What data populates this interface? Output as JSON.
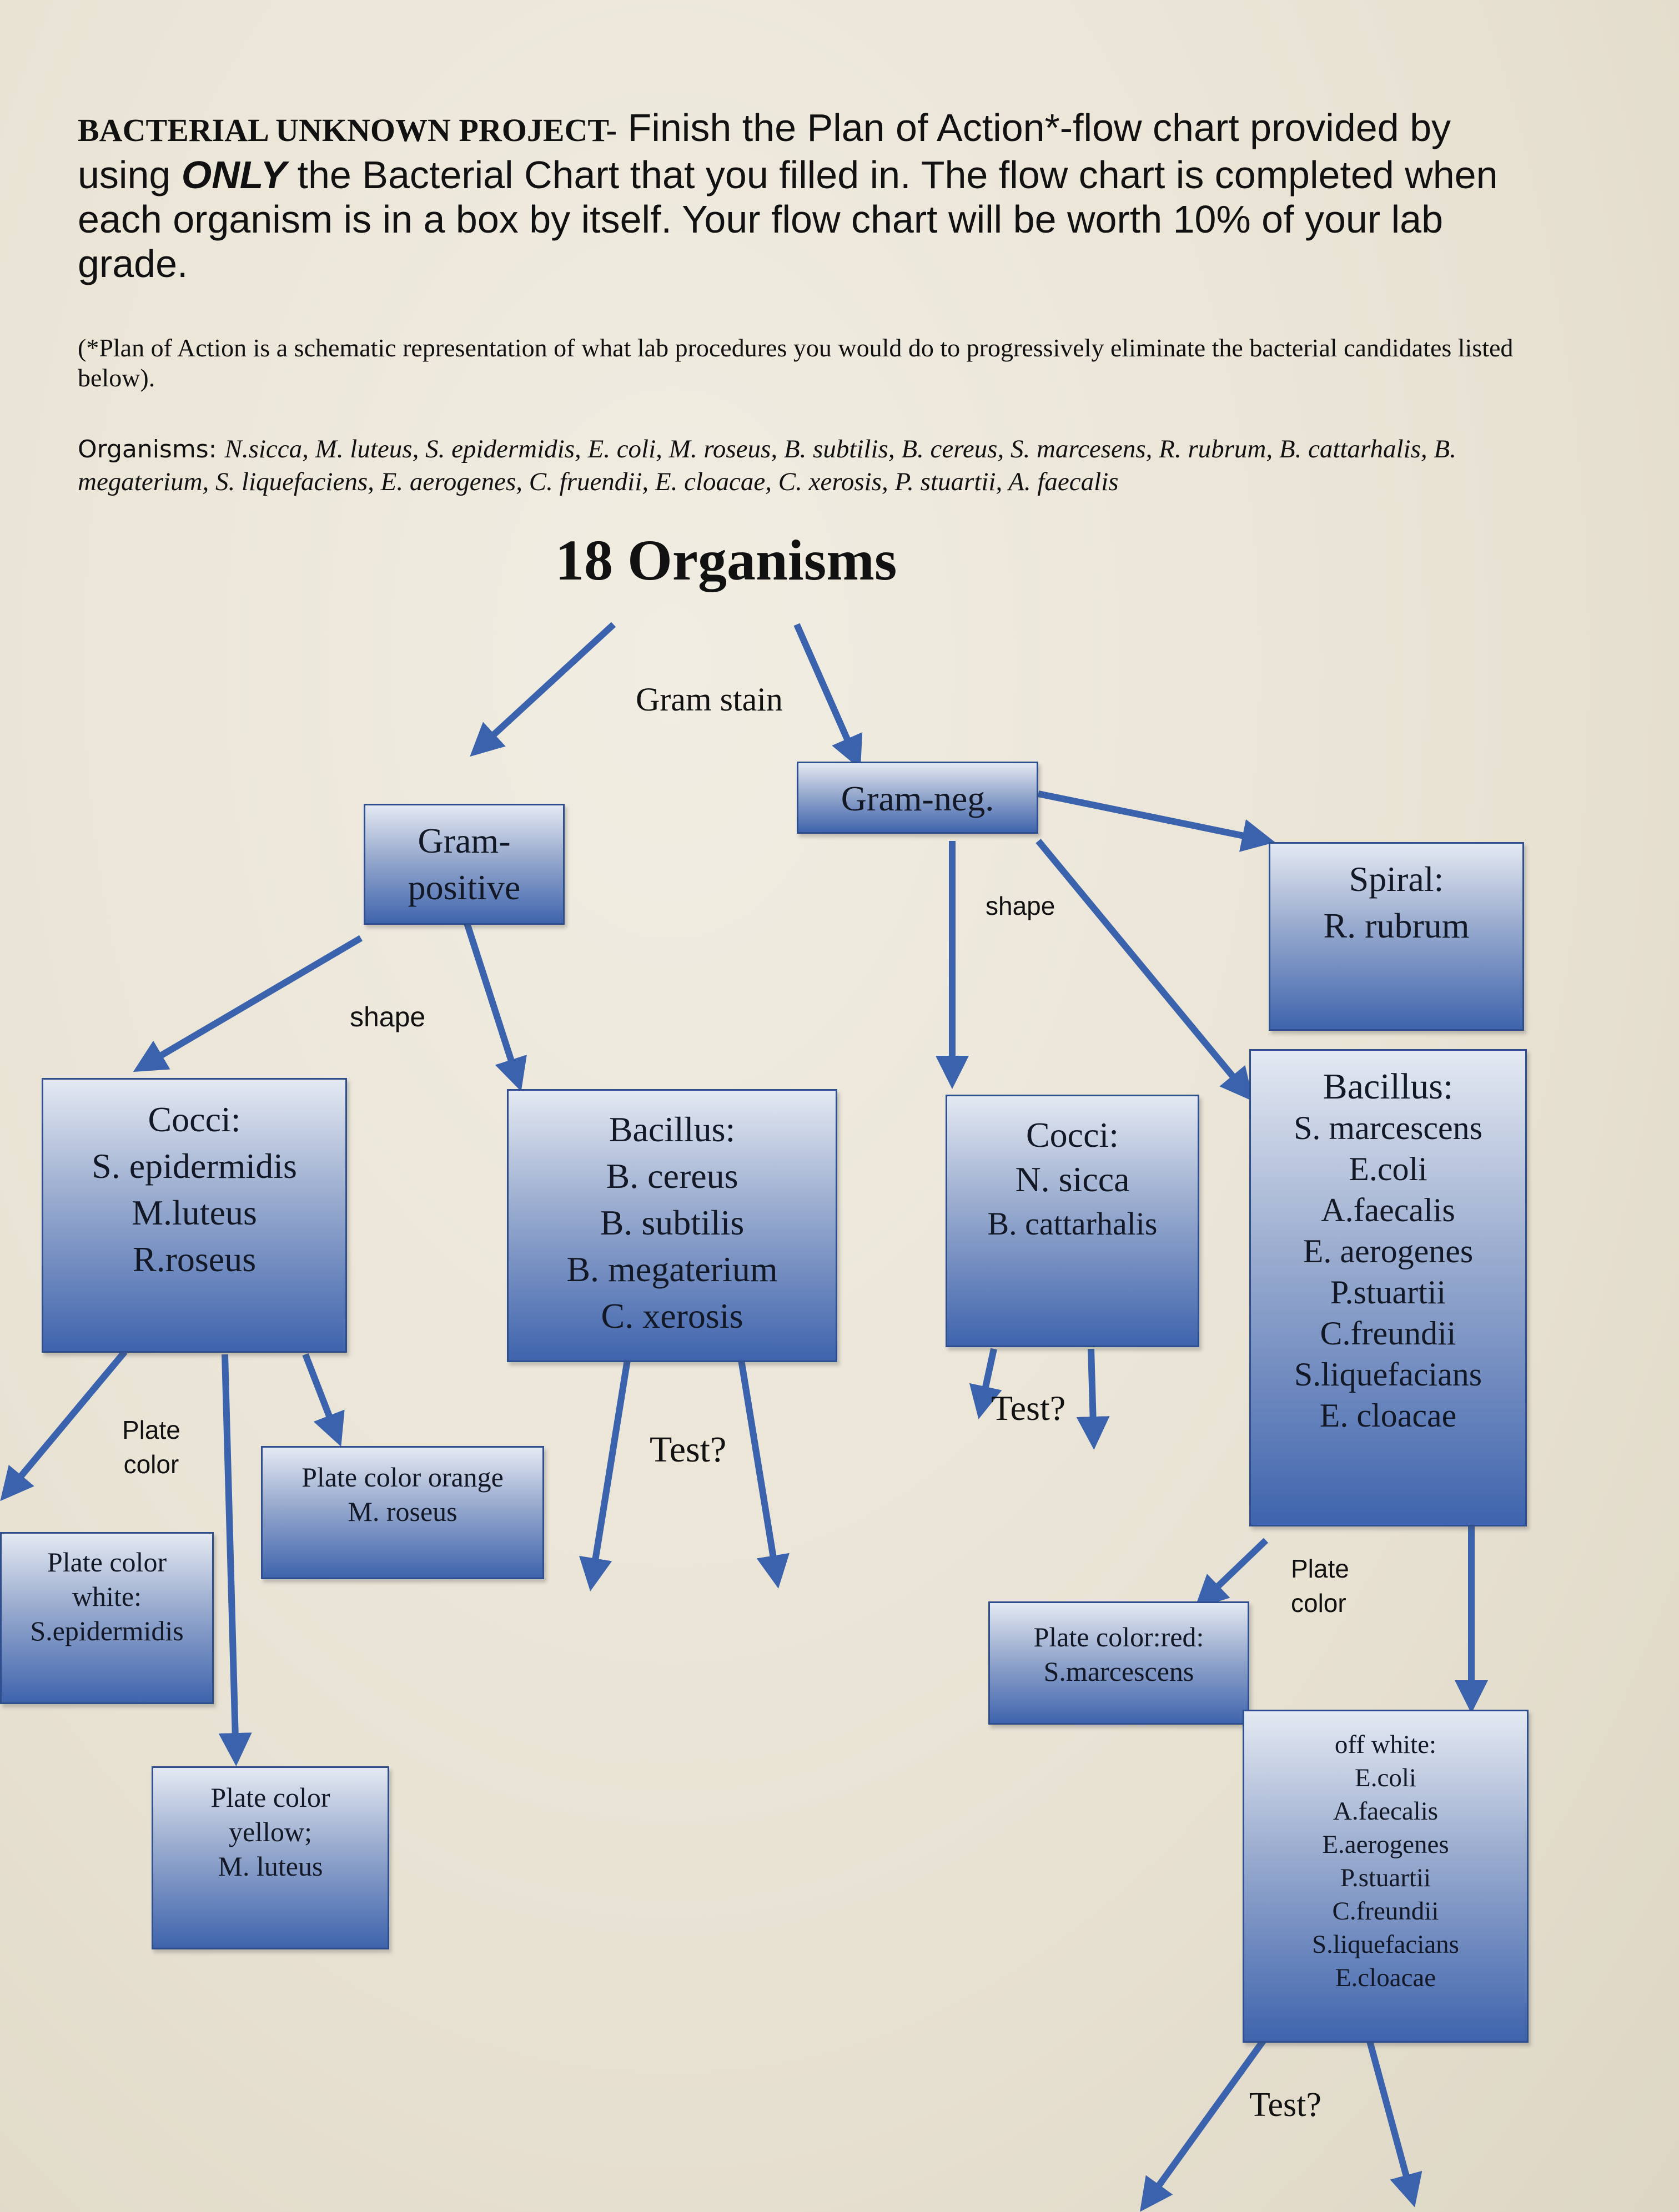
{
  "intro": {
    "lead": "BACTERIAL UNKNOWN PROJECT-",
    "text_1": " Finish the Plan of Action*-flow chart provided by using ",
    "only": "ONLY",
    "text_2": " the Bacterial Chart that you filled in. The flow chart is completed when each organism is in a box by itself. Your flow chart will be worth 10% of your lab grade."
  },
  "note": "(*Plan of Action is a schematic representation of what lab procedures you would do to progressively eliminate the bacterial candidates listed below).",
  "organisms": {
    "label": "Organisms: ",
    "list": "N.sicca, M. luteus, S. epidermidis, E. coli, M. roseus, B. subtilis, B. cereus, S. marcesens, R. rubrum, B. cattarhalis, B. megaterium, S. liquefaciens, E. aerogenes, C. fruendii, E. cloacae, C. xerosis, P. stuartii, A. faecalis"
  },
  "diagram": {
    "title": "18 Organisms",
    "labels": {
      "gram_stain": "Gram stain",
      "shape_left": "shape",
      "shape_right": "shape",
      "plate_color_left_1": "Plate",
      "plate_color_left_2": "color",
      "test_middle": "Test?",
      "test_cocci": "Test?",
      "plate_color_right_1": "Plate",
      "plate_color_right_2": "color",
      "test_bottom": "Test?"
    },
    "boxes": {
      "gram_positive": [
        "Gram-",
        "positive"
      ],
      "gram_negative": [
        "Gram-neg."
      ],
      "spiral": [
        "Spiral:",
        "R. rubrum"
      ],
      "cocci_pos": [
        "Cocci:",
        "S. epidermidis",
        "M.luteus",
        "R.roseus"
      ],
      "bacillus_pos": [
        "Bacillus:",
        "B. cereus",
        "B. subtilis",
        "B. megaterium",
        "C. xerosis"
      ],
      "cocci_neg": [
        "Cocci:",
        "N. sicca",
        "B. cattarhalis"
      ],
      "bacillus_neg": [
        "Bacillus:",
        "S. marcescens",
        "E.coli",
        "A.faecalis",
        "E. aerogenes",
        "P.stuartii",
        "C.freundii",
        "S.liquefacians",
        "E. cloacae"
      ],
      "plate_orange": [
        "Plate color orange",
        "M. roseus"
      ],
      "plate_white": [
        "Plate color",
        "white:",
        "S.epidermidis"
      ],
      "plate_yellow": [
        "Plate color",
        "yellow;",
        "M. luteus"
      ],
      "plate_red": [
        "Plate color:red:",
        "S.marcescens"
      ],
      "off_white": [
        "off white:",
        "E.coli",
        "A.faecalis",
        "E.aerogenes",
        "P.stuartii",
        "C.freundii",
        "S.liquefacians",
        "E.cloacae"
      ]
    }
  },
  "colors": {
    "arrow": "#3b63ad",
    "box_dark": "#3f64ad",
    "box_light": "#e4e9f2"
  }
}
